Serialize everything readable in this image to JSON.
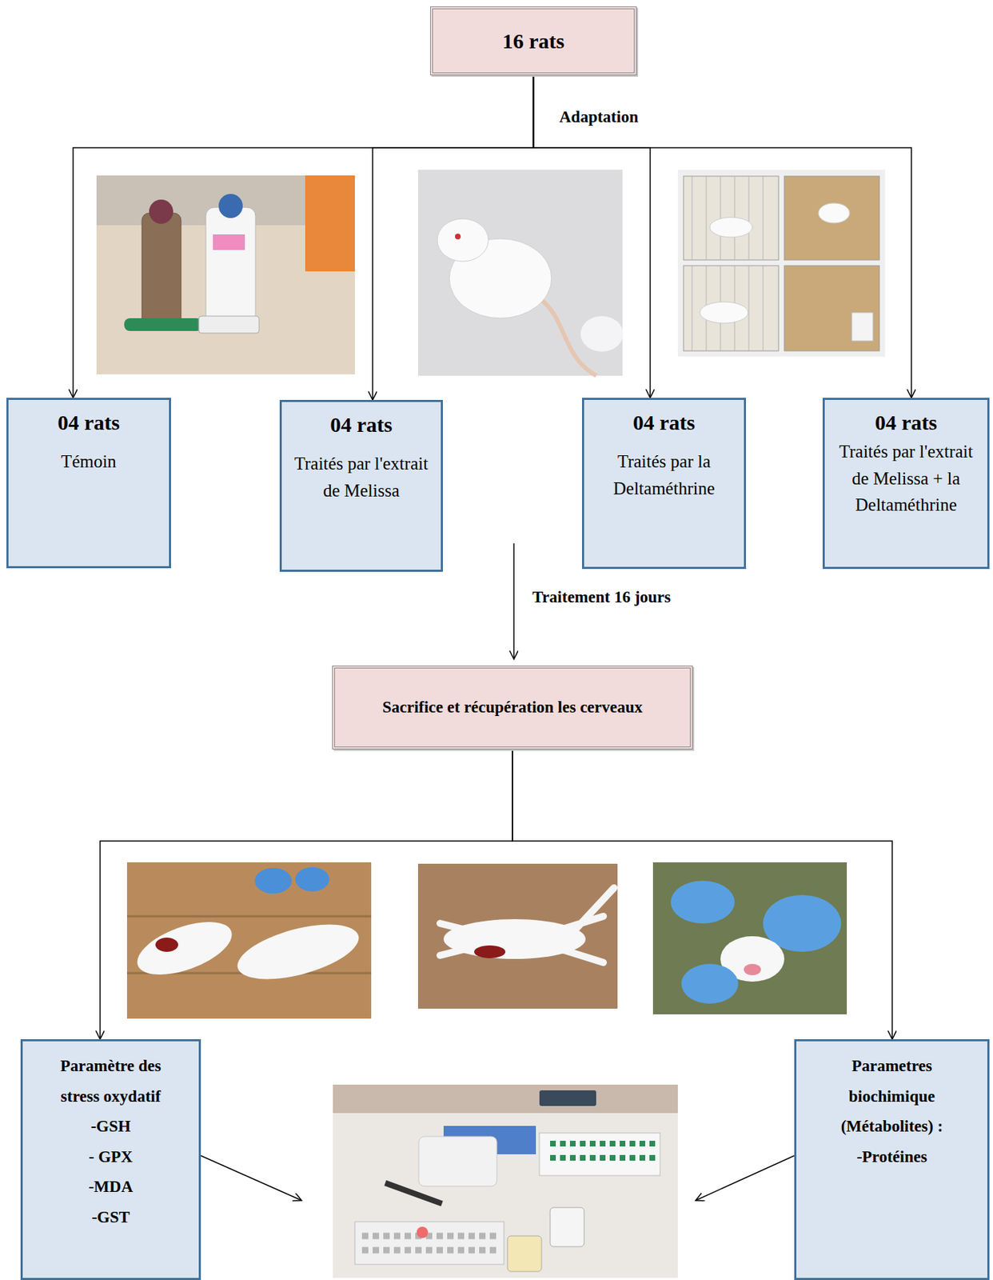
{
  "diagram": {
    "nodes": [
      {
        "text": [
          "16 rats"
        ]
      },
      {
        "text": [
          "04 rats",
          "Témoin"
        ]
      },
      {
        "text": [
          "04 rats",
          "Traités par l'extrait de Melissa"
        ]
      },
      {
        "text": [
          "04 rats",
          "Traités par la Deltaméthrine"
        ]
      },
      {
        "text": [
          "04 rats",
          "Traités par l'extrait de Melissa + la Deltaméthrine"
        ]
      },
      {
        "text": [
          "Sacrifice et récupération les cerveaux"
        ]
      },
      {
        "text": [
          "Paramètre des stress oxydatif",
          "-GSH",
          "- GPX",
          "-MDA",
          "-GST"
        ]
      },
      {
        "text": [
          "Parametres biochimique (Métabolites) :",
          "-Protéines"
        ]
      }
    ],
    "edges": [
      {
        "from": 0,
        "to": 1,
        "arrow": "to"
      },
      {
        "from": 0,
        "to": 2,
        "arrow": "to"
      },
      {
        "from": 0,
        "to": 3,
        "arrow": "to"
      },
      {
        "from": 0,
        "to": 4,
        "arrow": "to"
      },
      {
        "from": 5,
        "to": 6,
        "arrow": "to"
      },
      {
        "from": 5,
        "to": 7,
        "arrow": "to"
      }
    ],
    "labels": [
      "Adaptation",
      "Traitement 16 jours"
    ]
  }
}
